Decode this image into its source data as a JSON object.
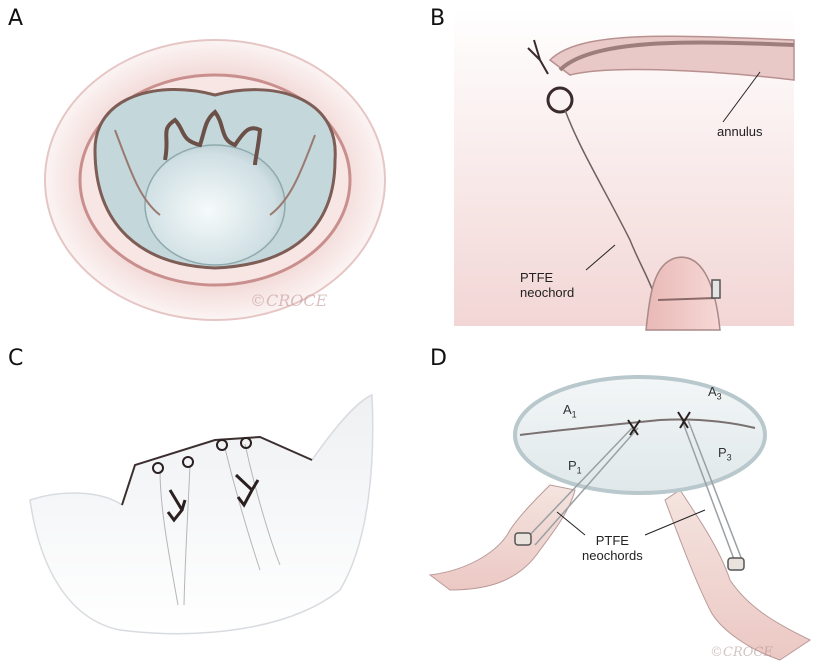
{
  "panels": {
    "a": {
      "label": "A"
    },
    "b": {
      "label": "B",
      "annulus": "annulus",
      "ptfe_line1": "PTFE",
      "ptfe_line2": "neochord"
    },
    "c": {
      "label": "C"
    },
    "d": {
      "label": "D",
      "a1": "A",
      "a1_sub": "1",
      "a3": "A",
      "a3_sub": "3",
      "p1": "P",
      "p1_sub": "1",
      "p3": "P",
      "p3_sub": "3",
      "ptfe_line1": "PTFE",
      "ptfe_line2": "neochords"
    }
  },
  "signature": "©CROCE",
  "colors": {
    "tissue_pink": "#f3dcda",
    "tissue_edge": "#c98f8d",
    "leaflet_blue": "#dde9ec",
    "suture_dark": "#2a2020"
  }
}
